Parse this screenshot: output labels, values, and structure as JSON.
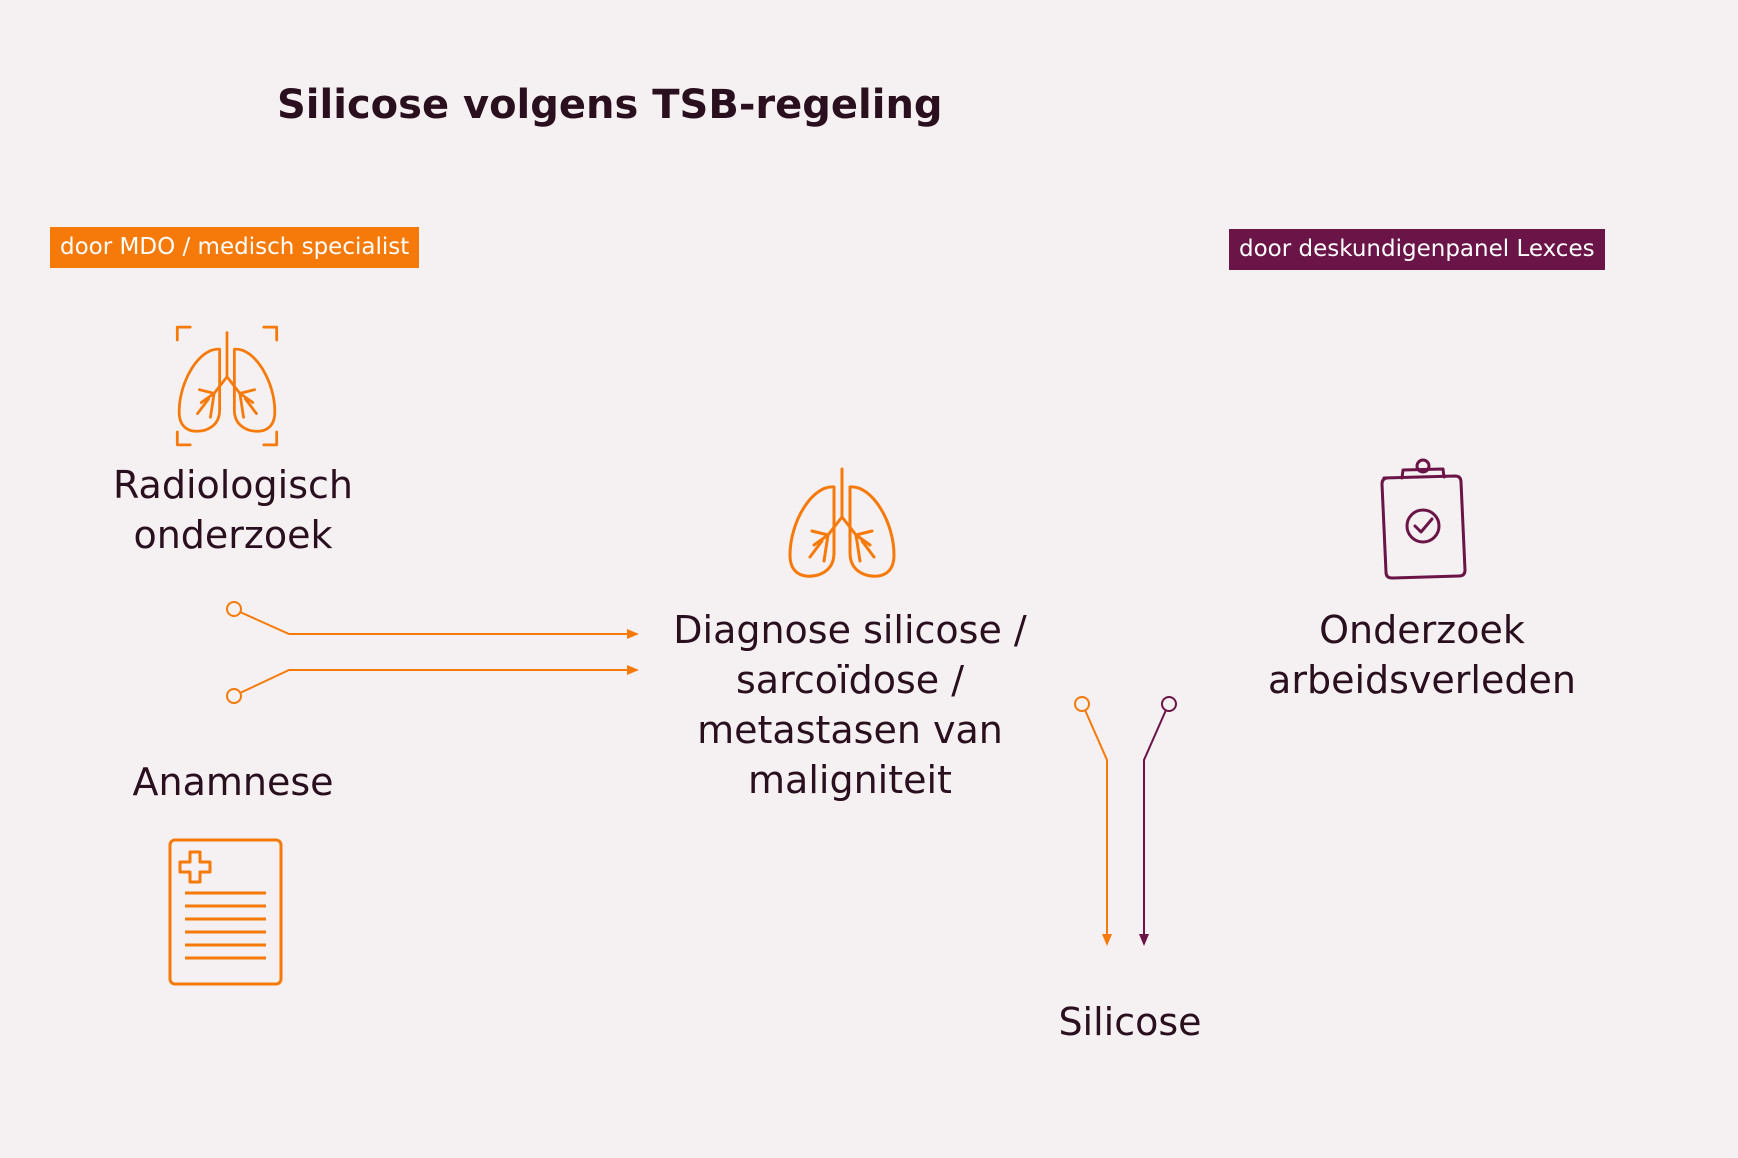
{
  "title": "Silicose volgens TSB-regeling",
  "tags": {
    "left": "door MDO / medisch specialist",
    "right": "door deskundigenpanel Lexces"
  },
  "nodes": {
    "radiology": [
      "Radiologisch",
      "onderzoek"
    ],
    "anamnesis": "Anamnese",
    "diagnosis": [
      "Diagnose silicose /",
      "sarcoïdose /",
      "metastasen van",
      "maligniteit"
    ],
    "work_history": [
      "Onderzoek",
      "arbeidsverleden"
    ],
    "result": "Silicose"
  },
  "icons": {
    "radiology": "lungs-scan-icon",
    "anamnesis": "medical-record-icon",
    "diagnosis": "lungs-icon",
    "work_history": "clipboard-check-icon"
  },
  "colors": {
    "orange": "#f57a0a",
    "purple": "#6b1447",
    "text": "#2a0f1e",
    "background": "#f5f0f1"
  }
}
